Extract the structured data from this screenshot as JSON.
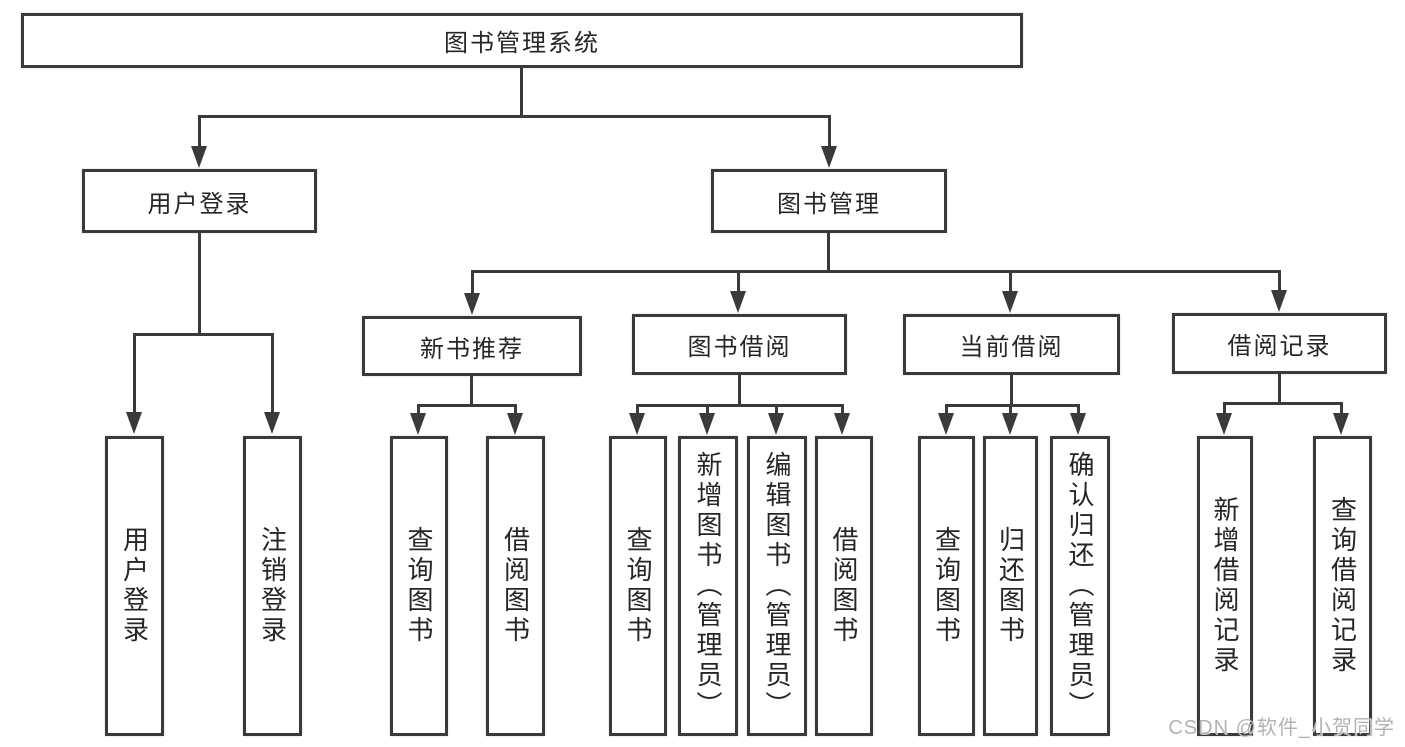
{
  "colors": {
    "line": "#3a3a3a",
    "text": "#262626",
    "watermark": "#b2b2b2"
  },
  "watermark": {
    "text": "CSDN @软件_小贺同学"
  },
  "tree": {
    "root": {
      "label": "图书管理系统"
    },
    "branches": [
      {
        "label": "用户登录",
        "children": [
          {
            "label": "用户登录"
          },
          {
            "label": "注销登录"
          }
        ]
      },
      {
        "label": "图书管理",
        "children": [
          {
            "label": "新书推荐",
            "children": [
              {
                "label": "查询图书"
              },
              {
                "label": "借阅图书"
              }
            ]
          },
          {
            "label": "图书借阅",
            "children": [
              {
                "label": "查询图书"
              },
              {
                "label": "新增图书（管理员）"
              },
              {
                "label": "编辑图书（管理员）"
              },
              {
                "label": "借阅图书"
              }
            ]
          },
          {
            "label": "当前借阅",
            "children": [
              {
                "label": "查询图书"
              },
              {
                "label": "归还图书"
              },
              {
                "label": "确认归还（管理员）"
              }
            ]
          },
          {
            "label": "借阅记录",
            "children": [
              {
                "label": "新增借阅记录"
              },
              {
                "label": "查询借阅记录"
              }
            ]
          }
        ]
      }
    ]
  }
}
